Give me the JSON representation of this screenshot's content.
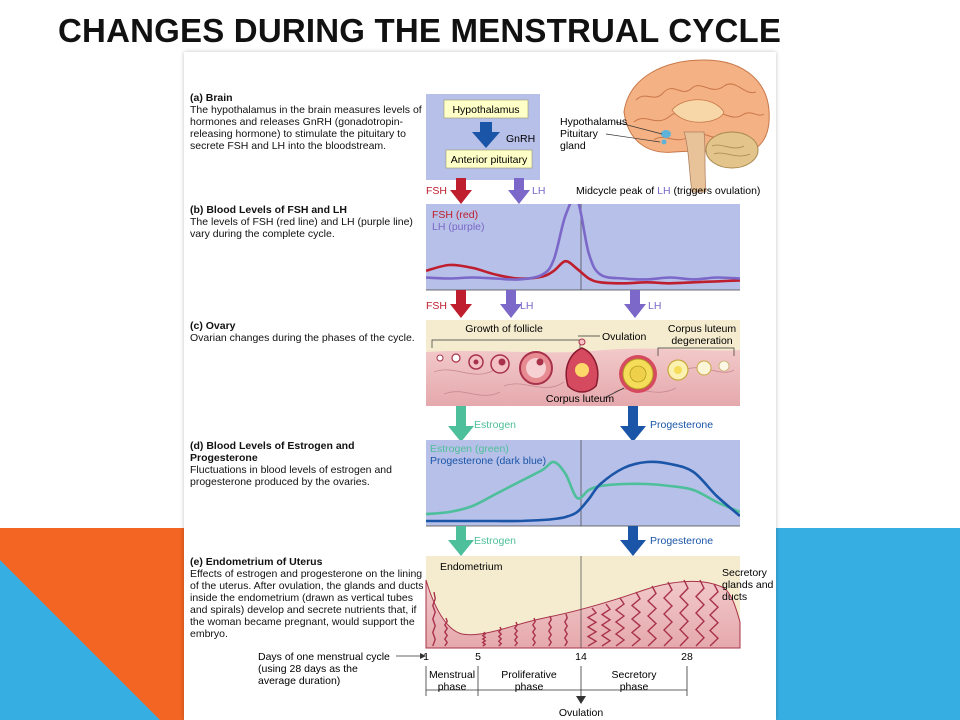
{
  "slide": {
    "title": "CHANGES DURING THE MENSTRUAL CYCLE"
  },
  "colors": {
    "orange": "#f26522",
    "blue": "#37aee2",
    "band": "#b7c0e8",
    "fsh": "#be1e2d",
    "lh": "#7b68c8",
    "estrogen": "#4dbf9a",
    "progesterone": "#1a55a8",
    "tissue": "#a8324a"
  },
  "sections": {
    "brain": {
      "heading": "(a) Brain",
      "desc": "The hypothalamus in the brain measures levels of hormones and releases GnRH (gonadotropin-releasing hormone) to stimulate the pituitary to secrete FSH and LH into the bloodstream."
    },
    "fsh_lh": {
      "heading": "(b) Blood Levels of FSH and LH",
      "desc": "The levels of FSH (red line) and LH (purple line) vary during the complete cycle."
    },
    "ovary": {
      "heading": "(c) Ovary",
      "desc": "Ovarian changes during the phases of the cycle."
    },
    "est_prog": {
      "heading": "(d) Blood Levels of Estrogen and Progesterone",
      "desc": "Fluctuations in blood levels of estrogen and progesterone produced by the ovaries."
    },
    "uterus": {
      "heading": "(e) Endometrium of Uterus",
      "desc": "Effects of estrogen and progesterone on the lining of the uterus. After ovulation, the glands and ducts inside the endometrium (drawn as vertical tubes and spirals) develop and secrete nutrients that, if the woman became pregnant, would support the embryo."
    }
  },
  "labels": {
    "hypothalamus_box": "Hypothalamus",
    "gnrh": "GnRH",
    "anterior_pituitary": "Anterior pituitary",
    "hypothalamus": "Hypothalamus",
    "pituitary_1": "Pituitary",
    "pituitary_2": "gland",
    "fsh": "FSH",
    "lh": "LH",
    "midcycle_prefix": "Midcycle peak of ",
    "midcycle_lh": "LH",
    "midcycle_suffix": " (triggers ovulation)",
    "legend_fsh": "FSH (red)",
    "legend_lh": "LH (purple)",
    "growth_follicle": "Growth of follicle",
    "ovulation": "Ovulation",
    "corpus_luteum_deg_1": "Corpus luteum",
    "corpus_luteum_deg_2": "degeneration",
    "corpus_luteum": "Corpus luteum",
    "estrogen": "Estrogen",
    "progesterone": "Progesterone",
    "legend_estrogen": "Estrogen (green)",
    "legend_progesterone": "Progesterone (dark blue)",
    "endometrium": "Endometrium",
    "secretory_1": "Secretory",
    "secretory_2": "glands and",
    "secretory_3": "ducts",
    "days_1": "Days of one menstrual cycle",
    "days_2": "(using 28 days as the",
    "days_3": "average duration)",
    "day_ticks": [
      "1",
      "5",
      "14",
      "28"
    ],
    "phase_menstrual_1": "Menstrual",
    "phase_menstrual_2": "phase",
    "phase_proliferative_1": "Proliferative",
    "phase_proliferative_2": "phase",
    "phase_secretory_1": "Secretory",
    "phase_secretory_2": "phase",
    "ovulation_bottom": "Ovulation"
  },
  "chart_data": [
    {
      "type": "line",
      "x": [
        1,
        3,
        5,
        7,
        9,
        11,
        12,
        13,
        14,
        15,
        16,
        18,
        20,
        22,
        24,
        26,
        28
      ],
      "series": [
        {
          "name": "FSH (red)",
          "values": [
            2.0,
            2.6,
            2.3,
            1.6,
            1.2,
            1.4,
            2.0,
            3.0,
            2.2,
            1.2,
            0.8,
            0.7,
            0.8,
            0.7,
            0.8,
            0.9,
            1.0
          ]
        },
        {
          "name": "LH (purple)",
          "values": [
            1.3,
            1.2,
            1.3,
            1.2,
            1.1,
            1.6,
            3.2,
            7.8,
            9.4,
            3.8,
            1.6,
            1.2,
            1.1,
            1.3,
            1.1,
            1.3,
            1.2
          ]
        }
      ]
    },
    {
      "type": "line",
      "x": [
        1,
        3,
        5,
        7,
        9,
        11,
        12,
        13,
        14,
        15,
        16,
        18,
        20,
        22,
        24,
        26,
        28
      ],
      "series": [
        {
          "name": "Estrogen (green)",
          "values": [
            1.0,
            1.2,
            1.8,
            3.0,
            4.2,
            5.4,
            6.2,
            5.0,
            2.6,
            3.4,
            3.8,
            4.0,
            4.0,
            3.8,
            3.4,
            2.2,
            1.2
          ]
        },
        {
          "name": "Progesterone (dark blue)",
          "values": [
            0.3,
            0.3,
            0.3,
            0.3,
            0.3,
            0.4,
            0.5,
            0.7,
            1.2,
            2.5,
            4.0,
            5.6,
            6.2,
            6.0,
            5.2,
            2.8,
            0.8
          ]
        }
      ]
    }
  ]
}
